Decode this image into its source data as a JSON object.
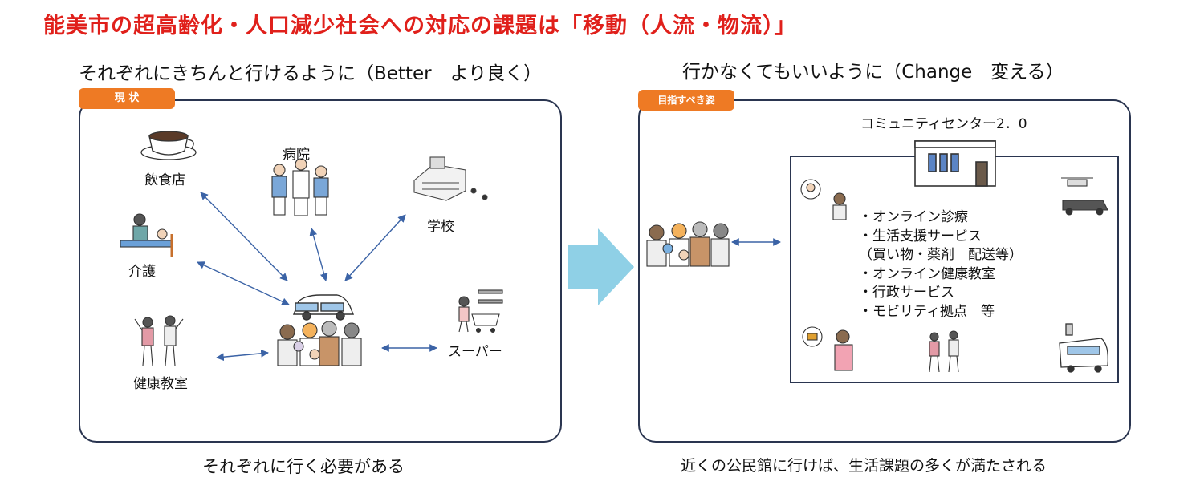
{
  "title": "能美市の超高齢化・人口減少社会への対応の課題は「移動（人流・物流）」",
  "left": {
    "heading": "それぞれにきちんと行けるように（Better　より良く）",
    "tag": "現 状",
    "destinations": {
      "restaurant": "飲食店",
      "hospital": "病院",
      "school": "学校",
      "care": "介護",
      "fitness": "健康教室",
      "supermarket": "スーパー"
    },
    "footer": "それぞれに行く必要がある"
  },
  "right": {
    "heading": "行かなくてもいいように（Change　変える）",
    "tag": "目指すべき姿",
    "center_label": "コミュニティセンター2．0",
    "services": [
      "・オンライン診療",
      "・生活支援サービス",
      "（買い物・薬剤　配送等）",
      "・オンライン健康教室",
      "・行政サービス",
      "・モビリティ拠点　等"
    ],
    "footer": "近くの公民館に行けば、生活課題の多くが満たされる"
  },
  "colors": {
    "title": "#e0201b",
    "tag": "#ee7a24",
    "arrow": "#8fd0e6",
    "connector": "#3b63a6",
    "border": "#2a3550"
  }
}
